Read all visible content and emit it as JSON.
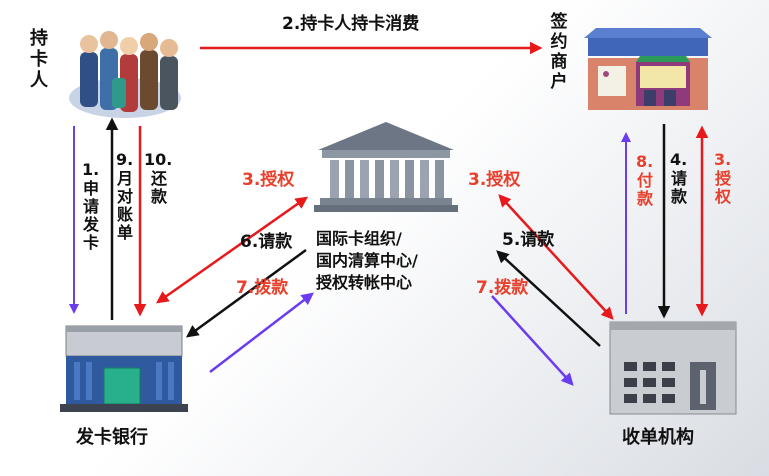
{
  "nodes": {
    "cardholder": "持卡人",
    "merchant": "签约商户",
    "issuer": "发卡银行",
    "acquirer": "收单机构",
    "center_lines": [
      "国际卡组织/",
      "国内清算中心/",
      "授权转帐中心"
    ]
  },
  "flows": {
    "f2": "2.持卡人持卡消费",
    "f1_num": "1.",
    "f1_text": "申请发卡",
    "f9_num": "9.",
    "f9_text": "月对账单",
    "f10_num": "10.",
    "f10_text": "还款",
    "f3_left": "3.授权",
    "f3_mid": "3.授权",
    "f6": "6.请款",
    "f7_left": "7.拨款",
    "f5": "5.请款",
    "f7_right": "7.拨款",
    "f8_num": "8.",
    "f8_text": "付款",
    "f4_num": "4.",
    "f4_text": "请款",
    "f3r_num": "3.",
    "f3r_text": "授权"
  },
  "colors": {
    "red_arrow": "#e8191b",
    "blue_arrow": "#6a3cf0",
    "black_arrow": "#111111",
    "red_label": "#e8402c"
  }
}
